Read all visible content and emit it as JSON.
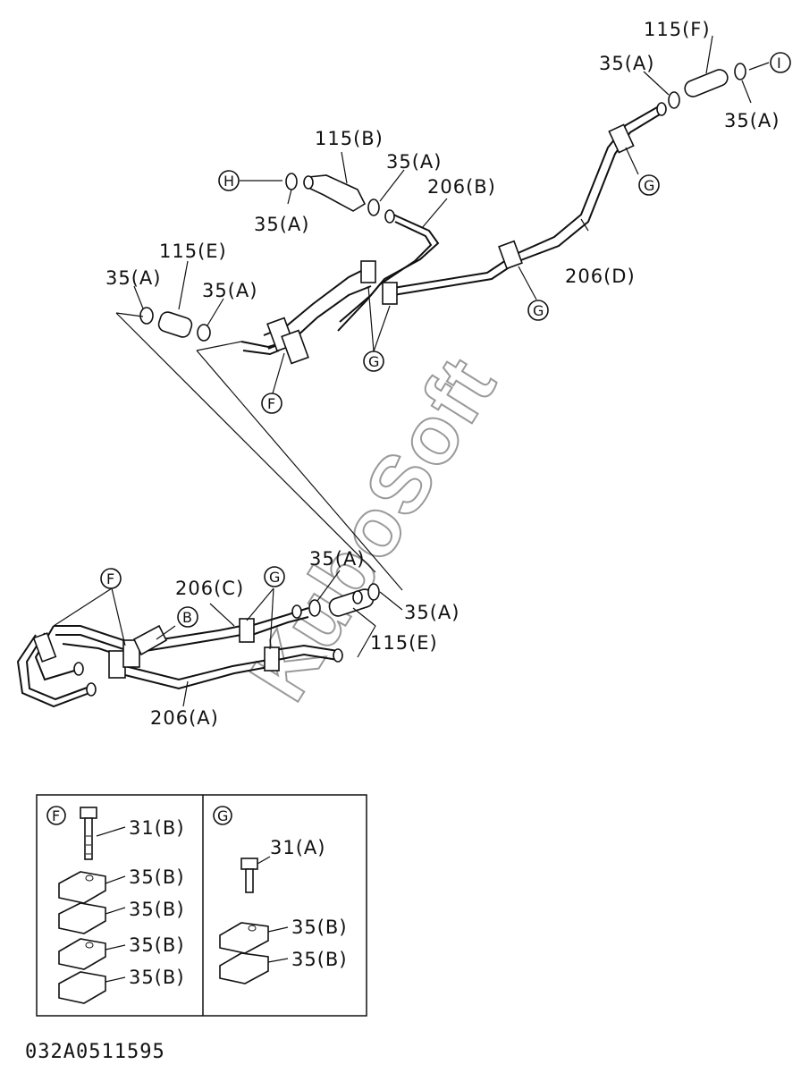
{
  "labels": {
    "l1": "115(F)",
    "l2": "35(A)",
    "l3": "35(A)",
    "l4": "115(B)",
    "l5": "35(A)",
    "l6": "206(B)",
    "l7": "35(A)",
    "l8": "115(E)",
    "l9": "35(A)",
    "l10": "35(A)",
    "l11": "206(D)",
    "l12": "206(C)",
    "l13": "35(A)",
    "l14": "35(A)",
    "l15": "115(E)",
    "l16": "206(A)"
  },
  "callouts": {
    "H": "H",
    "I": "I",
    "G1": "G",
    "G2": "G",
    "G3": "G",
    "G4": "G",
    "F1": "F",
    "F2": "F",
    "B": "B"
  },
  "detail_f": {
    "tag": "F",
    "bolt": "31(B)",
    "clamps": [
      "35(B)",
      "35(B)",
      "35(B)",
      "35(B)"
    ]
  },
  "detail_g": {
    "tag": "G",
    "bolt": "31(A)",
    "clamps": [
      "35(B)",
      "35(B)"
    ]
  },
  "drawing_code": "032A0511595",
  "watermark": "KuboSoft"
}
